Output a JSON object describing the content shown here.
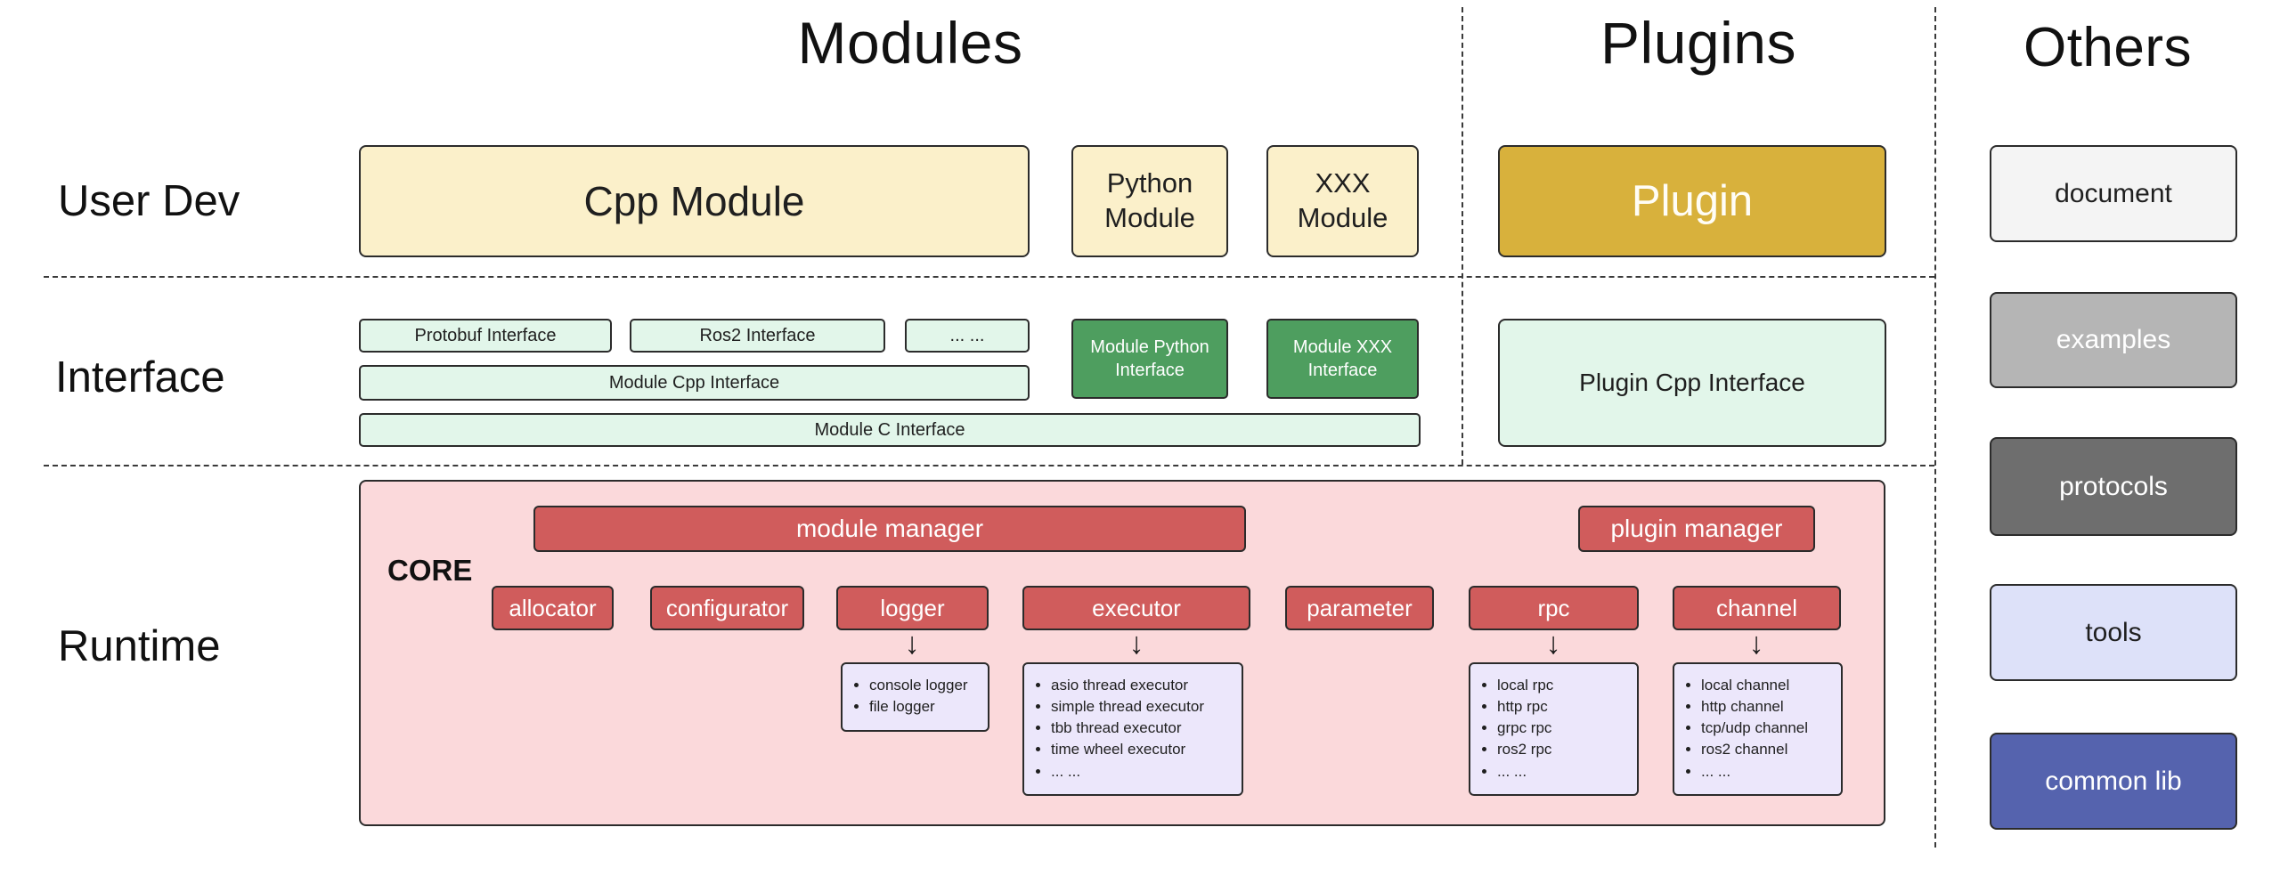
{
  "headers": {
    "modules": "Modules",
    "plugins": "Plugins",
    "others": "Others"
  },
  "rows": {
    "user_dev": "User Dev",
    "interface": "Interface",
    "runtime": "Runtime"
  },
  "modules_column": {
    "user_dev": {
      "cpp_module": "Cpp Module",
      "python_module": "Python Module",
      "xxx_module": "XXX Module"
    },
    "interface": {
      "protobuf_interface": "Protobuf Interface",
      "ros2_interface": "Ros2 Interface",
      "ellipsis": "... ...",
      "module_cpp_interface": "Module Cpp Interface",
      "module_c_interface": "Module C Interface",
      "module_python_interface": "Module Python Interface",
      "module_xxx_interface": "Module XXX Interface"
    }
  },
  "plugins_column": {
    "plugin": "Plugin",
    "plugin_cpp_interface": "Plugin Cpp Interface"
  },
  "others_column": {
    "document": "document",
    "examples": "examples",
    "protocols": "protocols",
    "tools": "tools",
    "common_lib": "common lib"
  },
  "runtime": {
    "core_label": "CORE",
    "module_manager": "module manager",
    "plugin_manager": "plugin manager",
    "components": [
      "allocator",
      "configurator",
      "logger",
      "executor",
      "parameter",
      "rpc",
      "channel"
    ],
    "detail_lists": {
      "logger": [
        "console logger",
        "file logger"
      ],
      "executor": [
        "asio thread executor",
        "simple thread executor",
        "tbb thread executor",
        "time wheel executor",
        "... ..."
      ],
      "rpc": [
        "local rpc",
        "http rpc",
        "grpc rpc",
        "ros2 rpc",
        "... ..."
      ],
      "channel": [
        "local channel",
        "http channel",
        "tcp/udp channel",
        "ros2 channel",
        "... ..."
      ]
    }
  },
  "icons": {
    "arrow_down": "↓"
  },
  "colors": {
    "cream": "#FBF0CA",
    "gold": "#D8B13C",
    "light_green": "#E2F6EA",
    "dark_green": "#4E9E5F",
    "core_pink": "#FBD9DB",
    "component_red": "#D05C5C",
    "detail_purple": "#ECE7FB",
    "others_gray_light": "#F4F4F4",
    "others_gray_mid": "#B5B5B5",
    "others_gray_dark": "#6E6E6E",
    "others_lavender": "#DDE1F9",
    "others_indigo": "#5563AE",
    "border": "#2b2b2b"
  }
}
